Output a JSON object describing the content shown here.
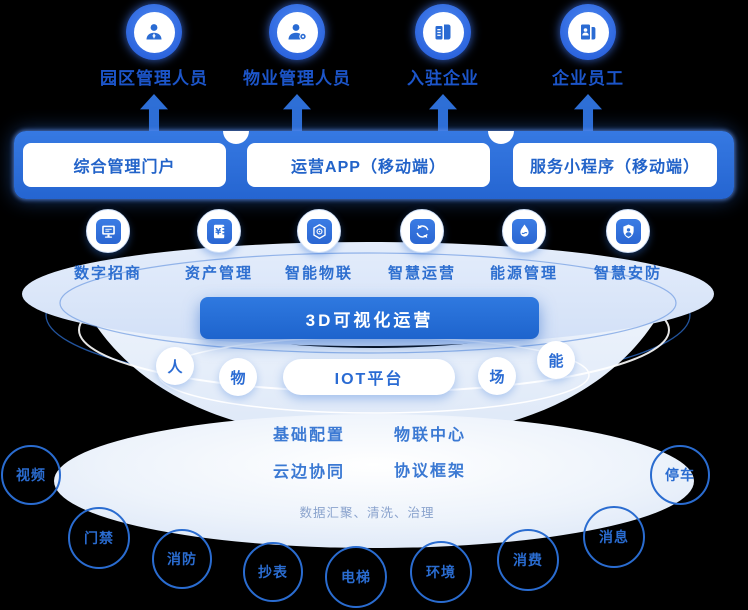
{
  "personas": [
    {
      "label": "园区管理人员",
      "icon": "user-icon"
    },
    {
      "label": "物业管理人员",
      "icon": "user-gear-icon"
    },
    {
      "label": "入驻企业",
      "icon": "building-icon"
    },
    {
      "label": "企业员工",
      "icon": "building-user-icon"
    }
  ],
  "portal_bar": {
    "buttons": [
      {
        "label": "综合管理门户"
      },
      {
        "label": "运营APP（移动端）"
      },
      {
        "label": "服务小程序（移动端）"
      }
    ]
  },
  "capabilities": [
    {
      "label": "数字招商",
      "icon": "monitor-icon"
    },
    {
      "label": "资产管理",
      "icon": "ledger-icon"
    },
    {
      "label": "智能物联",
      "icon": "iot-chip-icon"
    },
    {
      "label": "智慧运营",
      "icon": "sync-arrows-icon"
    },
    {
      "label": "能源管理",
      "icon": "water-drop-icon"
    },
    {
      "label": "智慧安防",
      "icon": "shield-user-icon"
    }
  ],
  "visualization_banner": {
    "label": "3D可视化运营"
  },
  "iot_platform": {
    "label": "IOT平台",
    "elements": [
      "人",
      "物",
      "场",
      "能"
    ]
  },
  "iot_modules": [
    "基础配置",
    "物联中心",
    "云边协同",
    "协议框架"
  ],
  "data_pipeline": "数据汇聚、清洗、治理",
  "devices": [
    "视频",
    "门禁",
    "消防",
    "抄表",
    "电梯",
    "环境",
    "消费",
    "消息",
    "停车"
  ],
  "colors": {
    "background": "#000000",
    "primary_blue": "#2a6cd3",
    "bar_blue": "#2d6fd8",
    "banner_blue": "#1e6ed2",
    "label_blue": "#1c55c9",
    "module_text": "#3b79d3",
    "muted_text": "#8aa3cd",
    "ellipse_fill": "#dde8f9"
  }
}
